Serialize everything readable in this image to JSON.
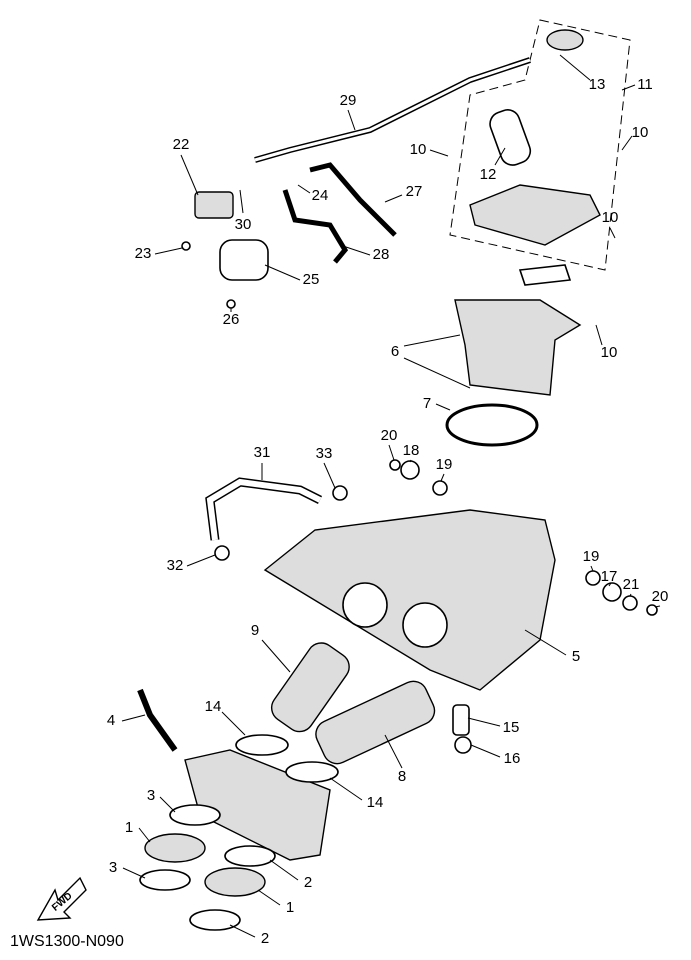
{
  "diagram_code": "1WS1300-N090",
  "fwd_label": "FWD",
  "callouts": [
    "13",
    "11",
    "29",
    "22",
    "10",
    "10",
    "12",
    "24",
    "27",
    "30",
    "10",
    "23",
    "28",
    "25",
    "26",
    "6",
    "10",
    "7",
    "20",
    "18",
    "19",
    "31",
    "33",
    "32",
    "19",
    "17",
    "21",
    "20",
    "5",
    "9",
    "4",
    "14",
    "15",
    "16",
    "8",
    "14",
    "3",
    "1",
    "2",
    "3",
    "1",
    "2"
  ]
}
